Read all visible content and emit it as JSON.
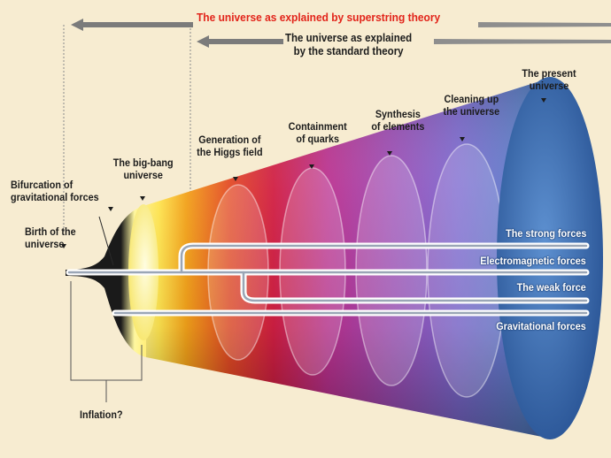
{
  "header": {
    "superstring_title": "The universe as explained by superstring theory",
    "standard_title_line1": "The universe as explained",
    "standard_title_line2": "by the standard theory"
  },
  "stages": {
    "present_universe_1": "The present",
    "present_universe_2": "universe",
    "cleaning_up_1": "Cleaning up",
    "cleaning_up_2": "the universe",
    "synthesis_1": "Synthesis",
    "synthesis_2": "of elements",
    "containment_1": "Containment",
    "containment_2": "of quarks",
    "higgs_1": "Generation of",
    "higgs_2": "the Higgs field",
    "big_bang_1": "The big-bang",
    "big_bang_2": "universe",
    "bifurcation_1": "Bifurcation of",
    "bifurcation_2": "gravitational forces",
    "birth_1": "Birth of the",
    "birth_2": "universe",
    "inflation": "Inflation?"
  },
  "forces": {
    "strong": "The strong forces",
    "electromagnetic": "Electromagnetic forces",
    "weak": "The weak force",
    "gravitational": "Gravitational forces"
  },
  "colors": {
    "background": "#f7ecd1",
    "title_red": "#e2241a",
    "text": "#1c1c1c",
    "arrow_gray": "#7b7b7b",
    "cone_yellow": "#fff27a",
    "cone_orange": "#ef8d12",
    "cone_red": "#d71f3d",
    "cone_magenta": "#b93592",
    "cone_violet": "#8464c8",
    "cone_blue": "#2d5fa8"
  },
  "icons": [
    "arrow-left-icon",
    "marker-triangle-icon"
  ]
}
